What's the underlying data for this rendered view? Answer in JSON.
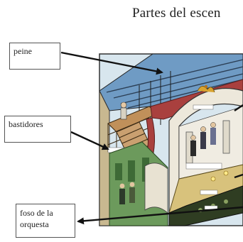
{
  "title": "Partes del escen",
  "labels": {
    "peine": "peine",
    "bastidores": "bastidores",
    "foso_line1": "foso de la",
    "foso_line2": "orquesta"
  },
  "colors": {
    "border": "#1a1a1a",
    "sky_wall": "#8fb8d6",
    "grid_blue": "#5f86b0",
    "curtain_red": "#a83a3a",
    "stage_floor": "#d9c27a",
    "wood": "#b8844a",
    "green_set": "#6b9c5a",
    "dark_green": "#3f6d3a",
    "arch_white": "#ece6d8",
    "brick": "#c9b48a",
    "black": "#111111"
  }
}
